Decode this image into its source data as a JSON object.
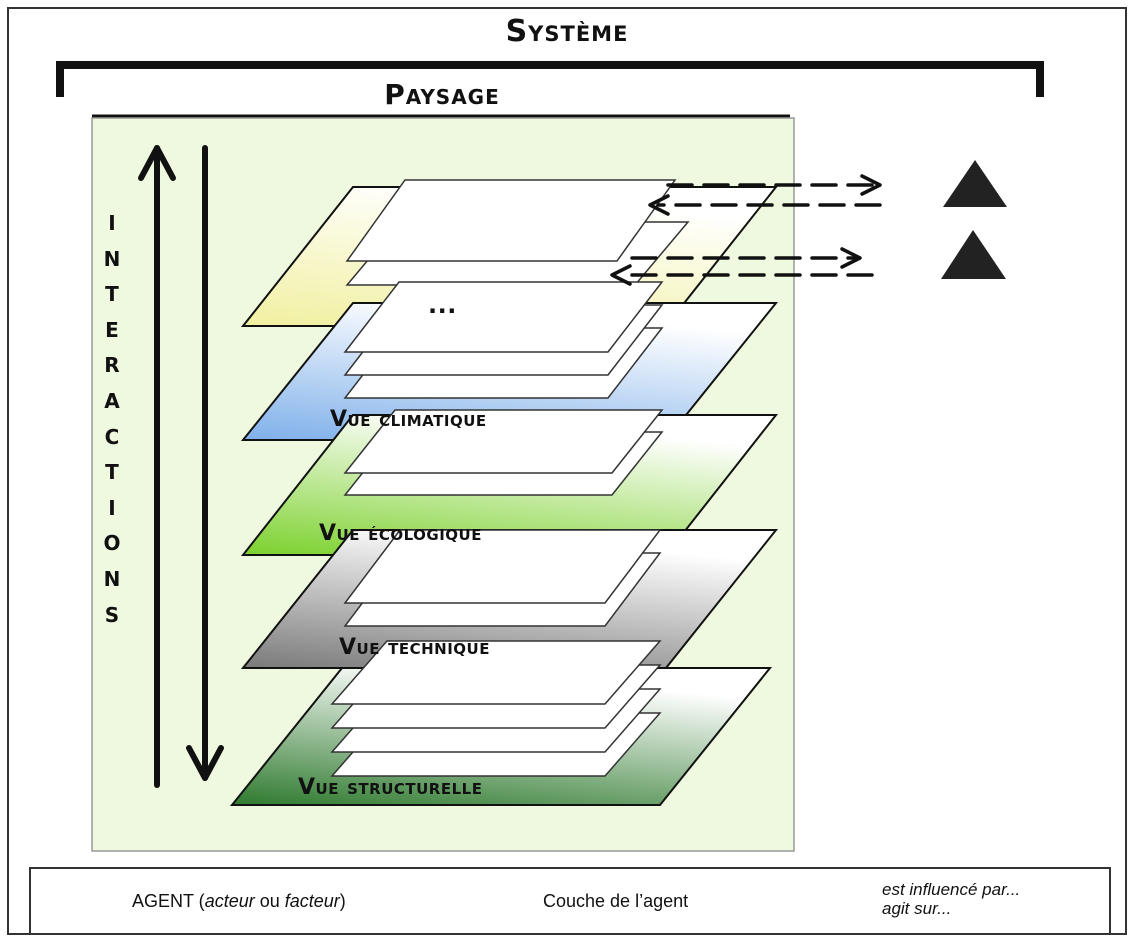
{
  "title": "Système",
  "landscape_label": "Paysage",
  "interactions_label": "INTERACTIONS",
  "layers": [
    {
      "label": "...",
      "color": "#f1f0a0"
    },
    {
      "label": "Vue climatique",
      "color": "#7fb0ea"
    },
    {
      "label": "Vue écologique",
      "color": "#7cd12e"
    },
    {
      "label": "Vue technique",
      "color": "#7a7a7a"
    },
    {
      "label": "Vue structurelle",
      "color": "#2f7a2f"
    }
  ],
  "colors": {
    "landscape_background": "#eef9df",
    "agent": "#222222"
  },
  "legend": {
    "agent_prefix": "AGENT (",
    "agent_italic1": "acteur",
    "agent_mid": " ou ",
    "agent_italic2": "facteur",
    "agent_suffix": ")",
    "layer_text": "Couche de l’agent",
    "influence_line1": "est influencé par...",
    "influence_line2": "agit sur..."
  }
}
